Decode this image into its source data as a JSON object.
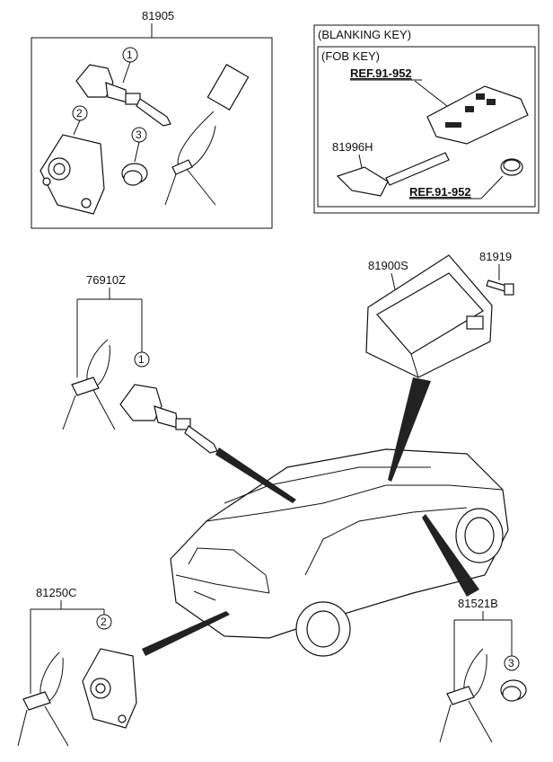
{
  "labels": {
    "p81905": "81905",
    "blanking_key": "(BLANKING KEY)",
    "fob_key": "(FOB KEY)",
    "ref_fob": "REF.91-952",
    "p81996H": "81996H",
    "ref_battery": "REF.91-952",
    "p76910Z": "76910Z",
    "p81900S": "81900S",
    "p81919": "81919",
    "p81250C": "81250C",
    "p81521B": "81521B"
  },
  "callouts": {
    "c1": "1",
    "c2": "2",
    "c3": "3"
  },
  "icons": [
    "key-cylinder-icon",
    "key-icon",
    "door-lock-icon",
    "cap-icon",
    "fob-key-icon",
    "blank-key-icon",
    "battery-icon",
    "control-module-icon",
    "bolt-icon",
    "car-icon"
  ]
}
